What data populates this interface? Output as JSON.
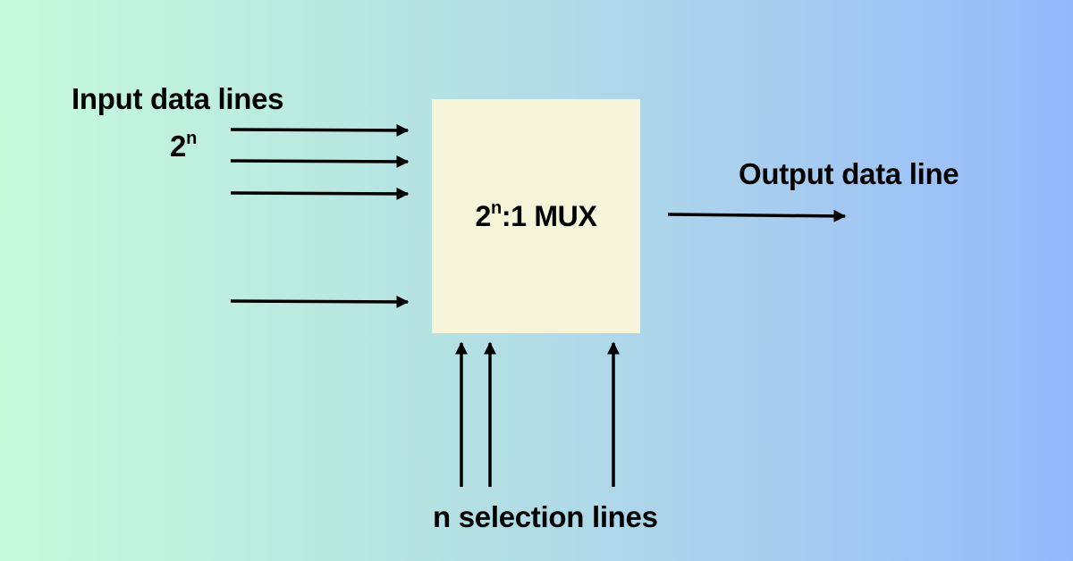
{
  "diagram": {
    "title": "2^n:1 Multiplexer",
    "input_label": "Input data lines",
    "input_count_base": "2",
    "input_count_exp": "n",
    "mux_label_base": "2",
    "mux_label_exp": "n",
    "mux_label_rest": ":1 MUX",
    "output_label": "Output data line",
    "selection_label": "n selection lines",
    "input_arrow_count_shown": 4,
    "selection_arrow_count_shown": 3,
    "output_arrow_count": 1
  },
  "colors": {
    "background_left": "#c6fbdc",
    "background_right": "#93b9fc",
    "mux_fill": "#f6f4d9",
    "ink": "#000000"
  }
}
